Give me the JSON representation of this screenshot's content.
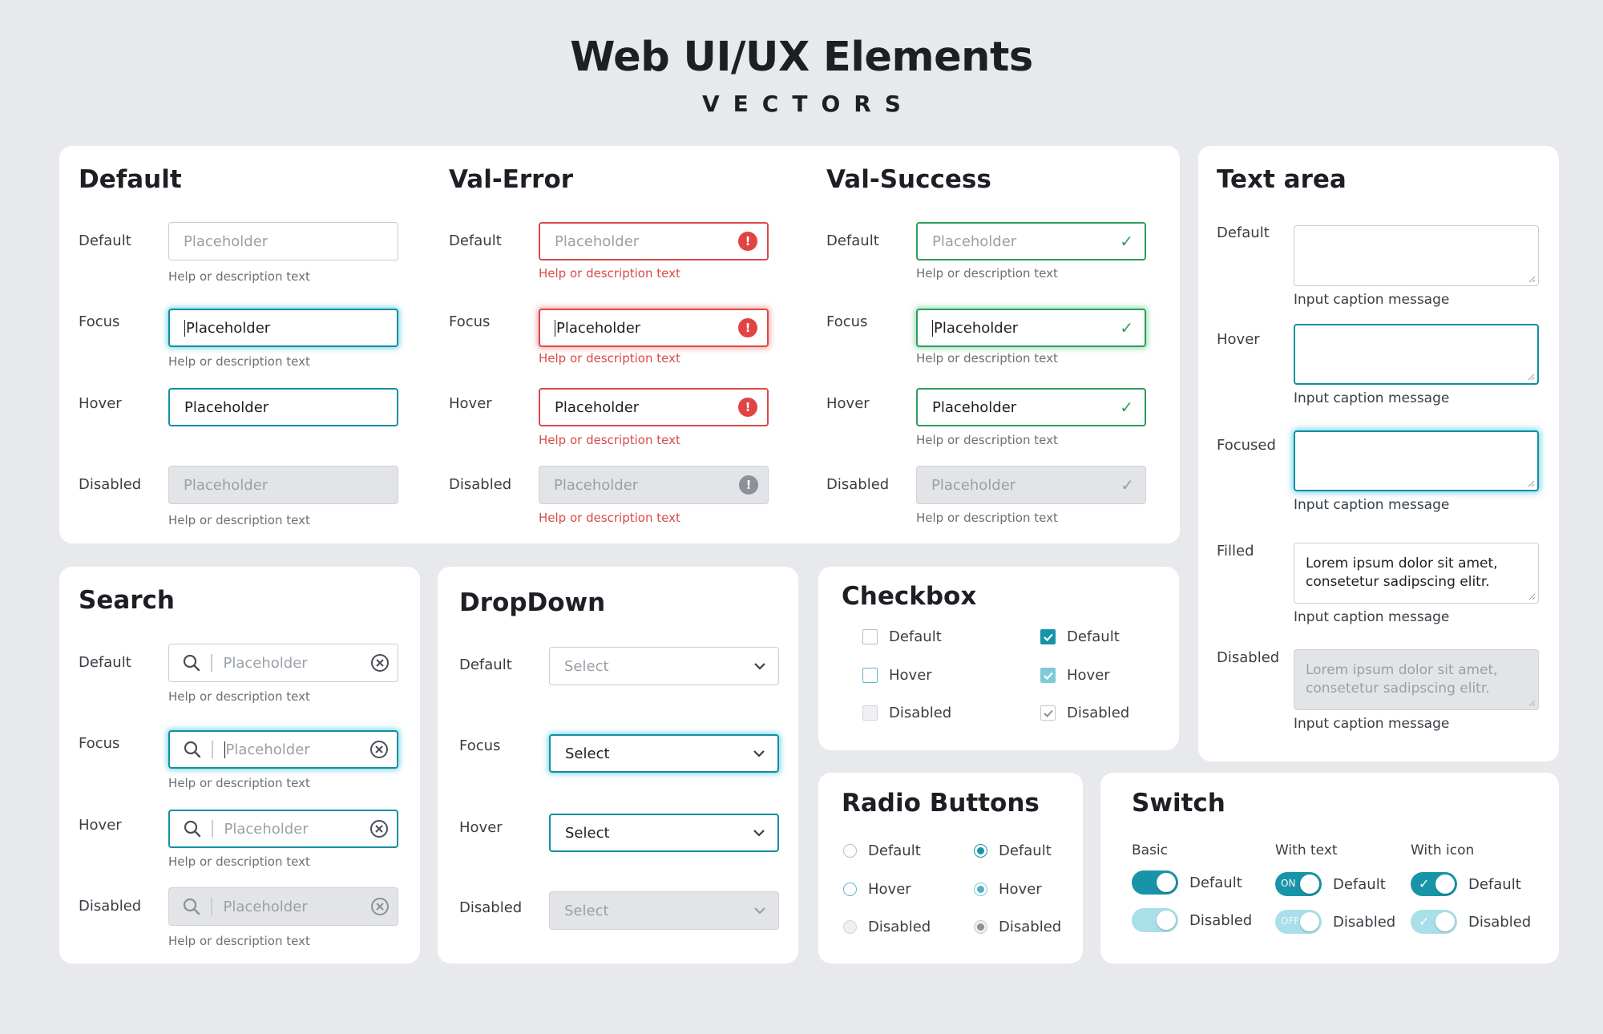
{
  "header": {
    "title": "Web UI/UX Elements",
    "subtitle": "VECTORS"
  },
  "inputs": {
    "default_title": "Default",
    "error_title": "Val-Error",
    "success_title": "Val-Success",
    "labels": {
      "default": "Default",
      "focus": "Focus",
      "hover": "Hover",
      "disabled": "Disabled"
    },
    "placeholder": "Placeholder",
    "help": "Help or description text"
  },
  "textarea": {
    "title": "Text area",
    "labels": {
      "default": "Default",
      "hover": "Hover",
      "focused": "Focused",
      "filled": "Filled",
      "disabled": "Disabled"
    },
    "caption": "Input caption message",
    "filled_value": "Lorem ipsum dolor sit amet, consetetur sadipscing elitr.",
    "disabled_value": "Lorem ipsum dolor sit amet, consetetur sadipscing elitr."
  },
  "search": {
    "title": "Search",
    "labels": {
      "default": "Default",
      "focus": "Focus",
      "hover": "Hover",
      "disabled": "Disabled"
    },
    "placeholder": "Placeholder",
    "help": "Help or description text"
  },
  "dropdown": {
    "title": "DropDown",
    "labels": {
      "default": "Default",
      "focus": "Focus",
      "hover": "Hover",
      "disabled": "Disabled"
    },
    "value": "Select"
  },
  "checkbox": {
    "title": "Checkbox",
    "items": {
      "default": "Default",
      "hover": "Hover",
      "disabled": "Disabled"
    }
  },
  "radio": {
    "title": "Radio Buttons",
    "items": {
      "default": "Default",
      "hover": "Hover",
      "disabled": "Disabled"
    }
  },
  "switch": {
    "title": "Switch",
    "columns": {
      "basic": "Basic",
      "with_text": "With text",
      "with_icon": "With icon"
    },
    "items": {
      "default": "Default",
      "disabled": "Disabled"
    },
    "on_text": "ON",
    "off_text": "OFF"
  },
  "colors": {
    "accent": "#1794a8",
    "error": "#d94a4a",
    "success": "#2e9e5a",
    "background": "#e8e9ed"
  }
}
